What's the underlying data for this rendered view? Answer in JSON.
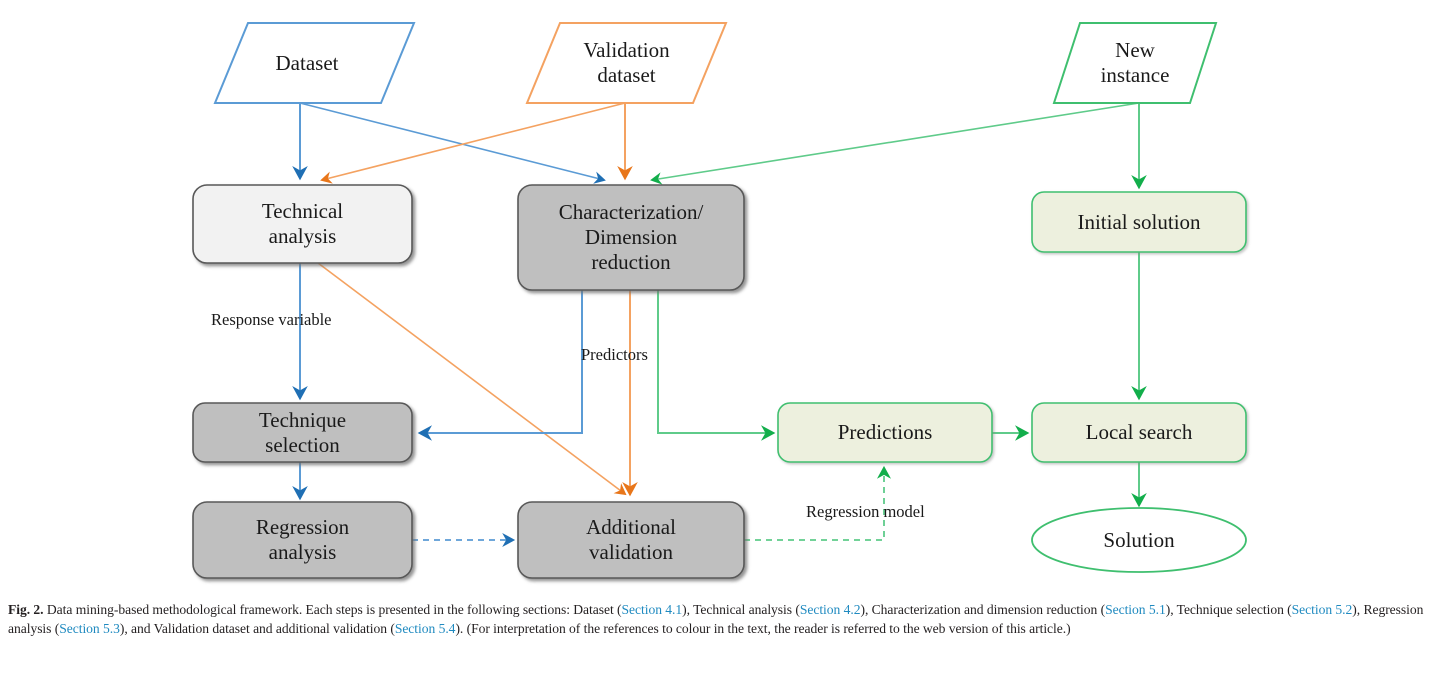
{
  "figure": {
    "title": "Data mining-based methodological framework",
    "number": "Fig. 2."
  },
  "nodes": {
    "dataset": {
      "label": "Dataset",
      "shape": "parallelogram",
      "color": "#5B9BD5",
      "fill": "#ffffff"
    },
    "validation_dataset": {
      "label": "Validation\ndataset",
      "shape": "parallelogram",
      "color": "#F4A261",
      "fill": "#ffffff"
    },
    "new_instance": {
      "label": "New\ninstance",
      "shape": "parallelogram",
      "color": "#3FBF6F",
      "fill": "#ffffff"
    },
    "technical_analysis": {
      "label": "Technical\nanalysis",
      "shape": "rounded-rect",
      "color": "#595959",
      "fill": "#F2F2F2"
    },
    "characterization": {
      "label": "Characterization/\nDimension\nreduction",
      "shape": "rounded-rect",
      "color": "#595959",
      "fill": "#BFBFBF"
    },
    "initial_solution": {
      "label": "Initial solution",
      "shape": "rounded-rect",
      "color": "#3FBF6F",
      "fill": "#EDF0DE"
    },
    "technique_selection": {
      "label": "Technique\nselection",
      "shape": "rounded-rect",
      "color": "#595959",
      "fill": "#BFBFBF"
    },
    "predictions": {
      "label": "Predictions",
      "shape": "rounded-rect",
      "color": "#3FBF6F",
      "fill": "#EDF0DE"
    },
    "local_search": {
      "label": "Local search",
      "shape": "rounded-rect",
      "color": "#3FBF6F",
      "fill": "#EDF0DE"
    },
    "regression_analysis": {
      "label": "Regression\nanalysis",
      "shape": "rounded-rect",
      "color": "#595959",
      "fill": "#BFBFBF"
    },
    "additional_validation": {
      "label": "Additional\nvalidation",
      "shape": "rounded-rect",
      "color": "#595959",
      "fill": "#BFBFBF"
    },
    "solution": {
      "label": "Solution",
      "shape": "ellipse",
      "color": "#3FBF6F",
      "fill": "#ffffff"
    }
  },
  "edge_labels": {
    "response_variable": "Response variable",
    "predictors": "Predictors",
    "regression_model": "Regression model"
  },
  "colors": {
    "blue": "#5B9BD5",
    "blue_arrow": "#1F6FB4",
    "orange": "#F4A261",
    "orange_arrow": "#E8761A",
    "green": "#5FCB8A",
    "green_arrow": "#12AE4B",
    "gray_stroke": "#595959",
    "gray_fill": "#BFBFBF",
    "light_gray_fill": "#F2F2F2",
    "light_green_fill": "#EDF0DE",
    "link": "#1f8ac0"
  },
  "caption": {
    "fig": "Fig. 2.",
    "parts": [
      {
        "t": "  Data mining-based methodological framework. Each steps is presented in the following sections: Dataset ("
      },
      {
        "t": "Section 4.1",
        "link": true
      },
      {
        "t": "), Technical analysis ("
      },
      {
        "t": "Section 4.2",
        "link": true
      },
      {
        "t": "), Characterization and dimension reduction ("
      },
      {
        "t": "Section 5.1",
        "link": true
      },
      {
        "t": "), Technique selection ("
      },
      {
        "t": "Section 5.2",
        "link": true
      },
      {
        "t": "), Regression analysis ("
      },
      {
        "t": "Section 5.3",
        "link": true
      },
      {
        "t": "), and Validation dataset and additional validation ("
      },
      {
        "t": "Section 5.4",
        "link": true
      },
      {
        "t": "). (For interpretation of the references to colour in the text, the reader is referred to the web version of this article.)"
      }
    ]
  }
}
